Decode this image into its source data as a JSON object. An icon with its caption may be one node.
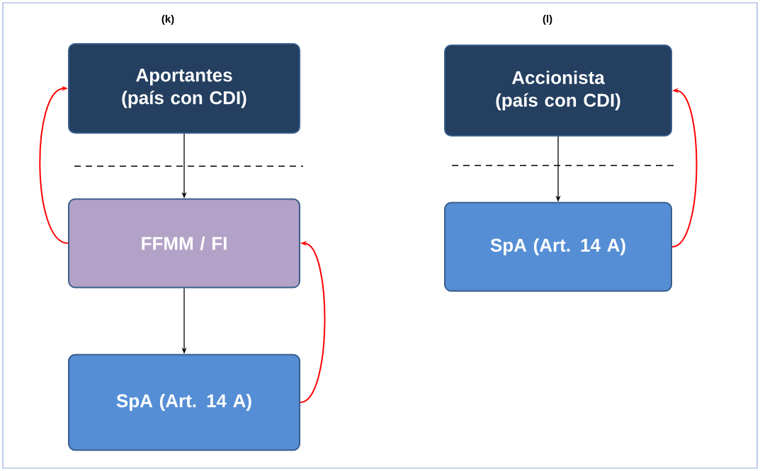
{
  "diagram": {
    "nodes": [
      {
        "text": [
          "Aportantes (país con CDI)"
        ]
      },
      {
        "text": [
          "FFMM / FI"
        ]
      },
      {
        "text": [
          "SpA (Art. 14 A)"
        ]
      },
      {
        "text": [
          "Accionista (país con CDI)"
        ]
      },
      {
        "text": [
          "SpA (Art. 14 A)"
        ]
      }
    ],
    "edges": [
      {
        "from": 0,
        "to": 1,
        "arrow": "to",
        "color": "#000000"
      },
      {
        "from": 1,
        "to": 2,
        "arrow": "to",
        "color": "#000000"
      },
      {
        "from": 3,
        "to": 4,
        "arrow": "to",
        "color": "#000000"
      },
      {
        "from": 1,
        "to": 0,
        "arrow": "to",
        "color": "#ff0000"
      },
      {
        "from": 2,
        "to": 1,
        "arrow": "to",
        "color": "#ff0000"
      },
      {
        "from": 4,
        "to": 3,
        "arrow": "to",
        "color": "#ff0000"
      }
    ],
    "labels": [
      "(k)",
      "(l)"
    ]
  }
}
